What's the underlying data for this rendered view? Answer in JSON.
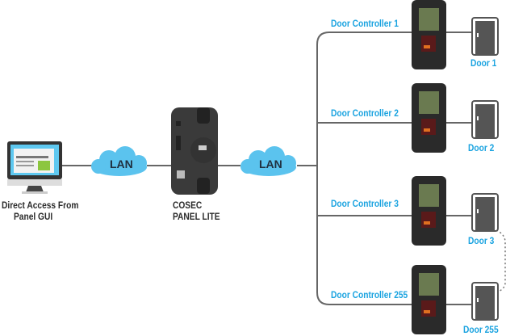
{
  "computer": {
    "label_line1": "Direct Access From",
    "label_line2": "Panel GUI"
  },
  "panel": {
    "label_line1": "COSEC",
    "label_line2": "PANEL LITE"
  },
  "clouds": [
    {
      "label": "LAN"
    },
    {
      "label": "LAN"
    }
  ],
  "controllers": [
    {
      "label": "Door Controller 1",
      "door": "Door 1"
    },
    {
      "label": "Door Controller 2",
      "door": "Door 2"
    },
    {
      "label": "Door Controller 3",
      "door": "Door 3"
    },
    {
      "label": "Door Controller 255",
      "door": "Door 255"
    }
  ],
  "colors": {
    "label_blue": "#1aa3e0",
    "line": "#666666",
    "cloud": "#5bc3ee"
  }
}
